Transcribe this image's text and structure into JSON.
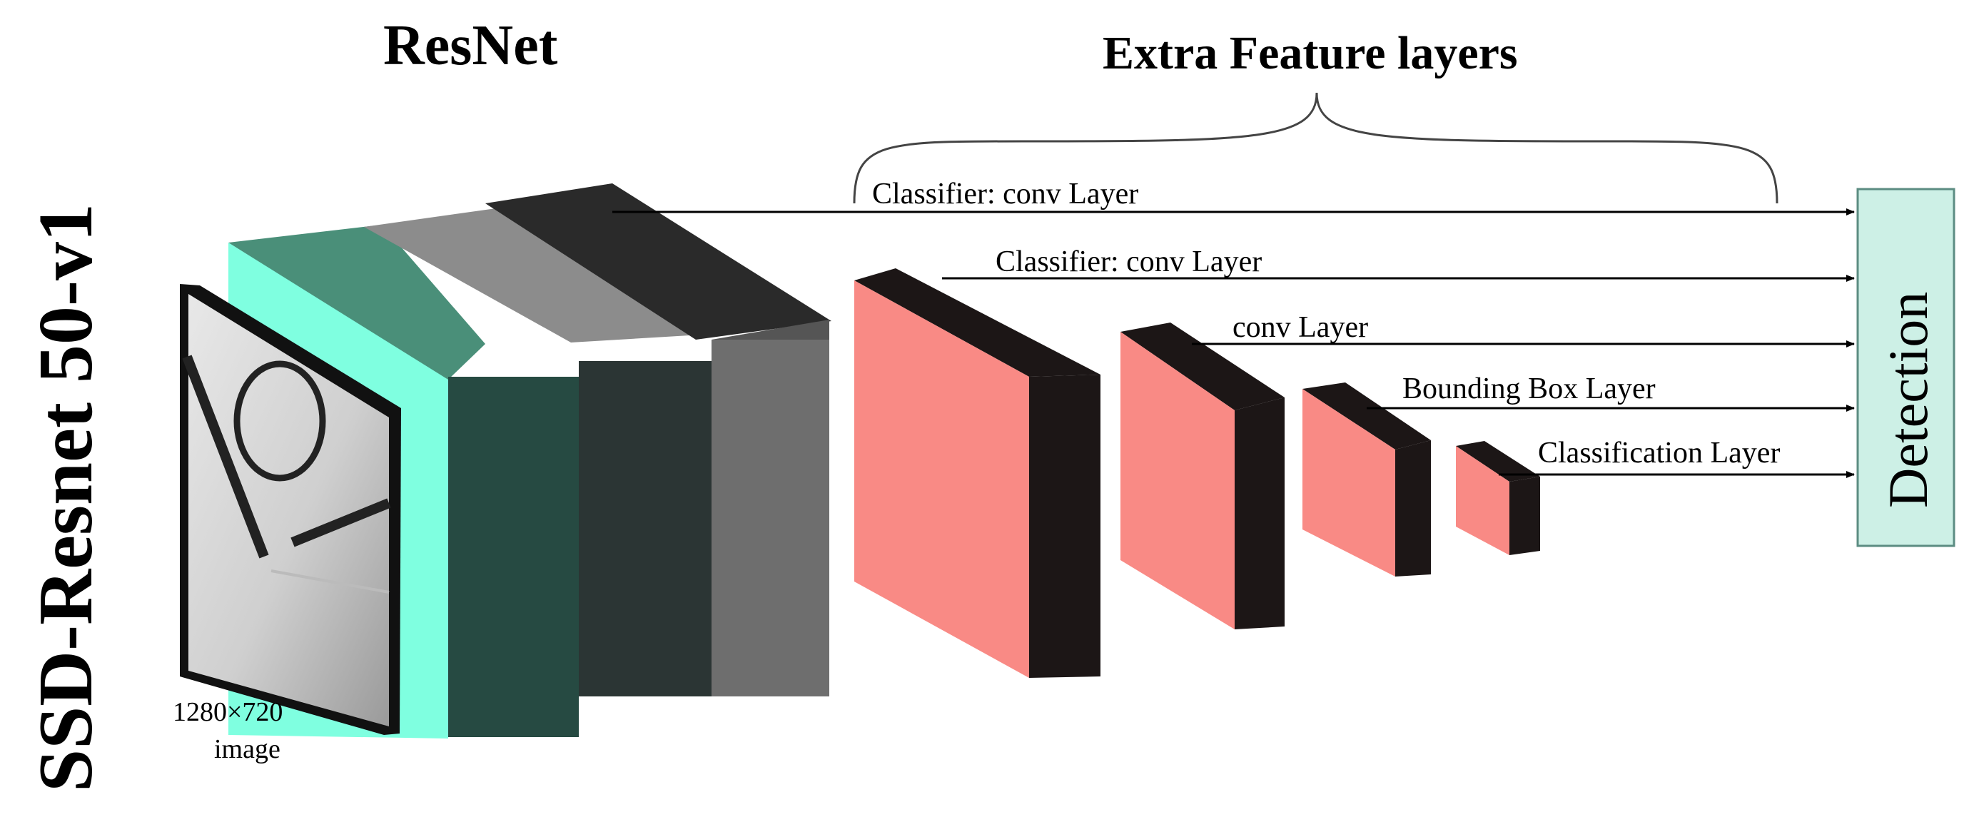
{
  "side_title": "SSD-Resnet 50-v1",
  "resnet_title": "ResNet",
  "extra_title": "Extra Feature layers",
  "input": {
    "size_label": "1280×720",
    "caption": "image"
  },
  "output_label": "Detection",
  "connections": [
    {
      "label": "Classifier:  conv Layer"
    },
    {
      "label": "Classifier:  conv Layer"
    },
    {
      "label": "conv Layer"
    },
    {
      "label": "Bounding Box Layer"
    },
    {
      "label": "Classification  Layer"
    }
  ],
  "colors": {
    "cyan_block": "#7fffe0",
    "teal_front": "#264a42",
    "teal_top": "#4a8f79",
    "dark_front": "#2b3534",
    "gray_top": "#8c8c8c",
    "gray_front": "#6e6e6e",
    "black_top": "#2a2a2a",
    "pink_front": "#f98a85",
    "feature_dark": "#1c1616",
    "detection_fill": "#cdf0e6",
    "detection_stroke": "#5c8c82"
  }
}
